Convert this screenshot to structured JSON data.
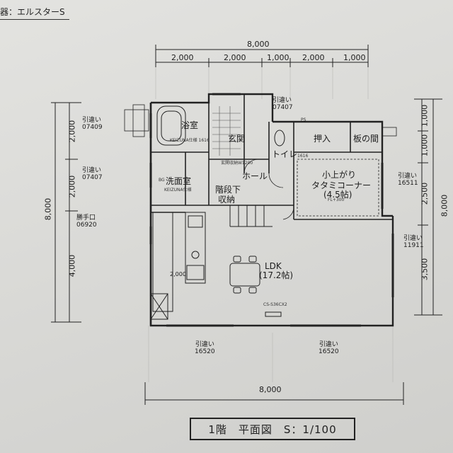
{
  "header": {
    "text": "器：エルスターS"
  },
  "dimensions": {
    "top_total": "8,000",
    "top_segments": [
      "2,000",
      "2,000",
      "1,000",
      "2,000",
      "1,000"
    ],
    "left_total": "8,000",
    "left_segments": [
      "2,000",
      "2,000",
      "4,000"
    ],
    "right_total": "8,000",
    "right_segments": [
      "1,000",
      "1,000",
      "2,500",
      "3,500"
    ],
    "bottom_total": "8,000",
    "kitchen_width": "2,000"
  },
  "rooms": {
    "bath": "浴室",
    "entrance": "玄関",
    "toilet": "トイレ",
    "closet": "押入",
    "board": "板の間",
    "washroom": "洗面室",
    "hall": "ホール",
    "under_stairs_line1": "階段下",
    "under_stairs_line2": "収納",
    "tatami_line1": "小上がり",
    "tatami_line2": "タタミコーナー",
    "tatami_size": "(4.5帖)",
    "ldk": "LDK",
    "ldk_size": "(17.2帖)"
  },
  "windows": {
    "w_left_top": {
      "label": "引違い",
      "code": "07409"
    },
    "w_left_mid": {
      "label": "引違い",
      "code": "07407"
    },
    "w_back_door": {
      "label": "勝手口",
      "code": "06920"
    },
    "w_top_entrance": {
      "label": "引違い",
      "code": "07407"
    },
    "w_right_tatami": {
      "label": "引違い",
      "code": "16511"
    },
    "w_right_ldk": {
      "label": "引違い",
      "code": "11911"
    },
    "w_bottom_left": {
      "label": "引違い",
      "code": "16520"
    },
    "w_bottom_right": {
      "label": "引違い",
      "code": "16520"
    }
  },
  "notes": {
    "bath_spec": "KEIZUNA仕様 1616",
    "shoes": "玄関収納W1200",
    "wash_spec": "KEIZUNA仕様",
    "tv_spec": "CS-S36CX2",
    "fl": "FL+300",
    "bg": "BG",
    "p_mark": "PS",
    "toilet_spec": "1616"
  },
  "title": "1階　平面図　S：1/100"
}
